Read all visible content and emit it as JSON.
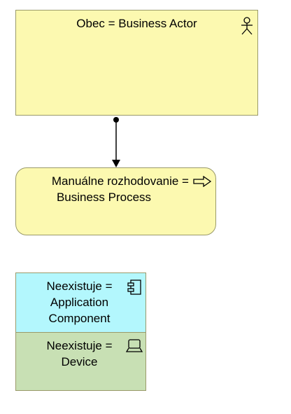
{
  "nodes": {
    "actor": {
      "label": "Obec = Business Actor",
      "icon": "business-actor-icon",
      "fill": "#fcf9b0"
    },
    "process": {
      "label_line1": "Manuálne rozhodovanie  =",
      "label_line2": "Business Process",
      "icon": "business-process-icon",
      "fill": "#fcf9b0"
    },
    "component": {
      "label_line1": "Neexistuje =",
      "label_line2": "Application",
      "label_line3": "Component",
      "icon": "application-component-icon",
      "fill": "#b3f7fd"
    },
    "device": {
      "label_line1": "Neexistuje =",
      "label_line2": "Device",
      "icon": "device-icon",
      "fill": "#c8e0b4"
    }
  },
  "connector": {
    "from": "actor",
    "to": "process",
    "relation": "triggering",
    "color": "#000000"
  }
}
